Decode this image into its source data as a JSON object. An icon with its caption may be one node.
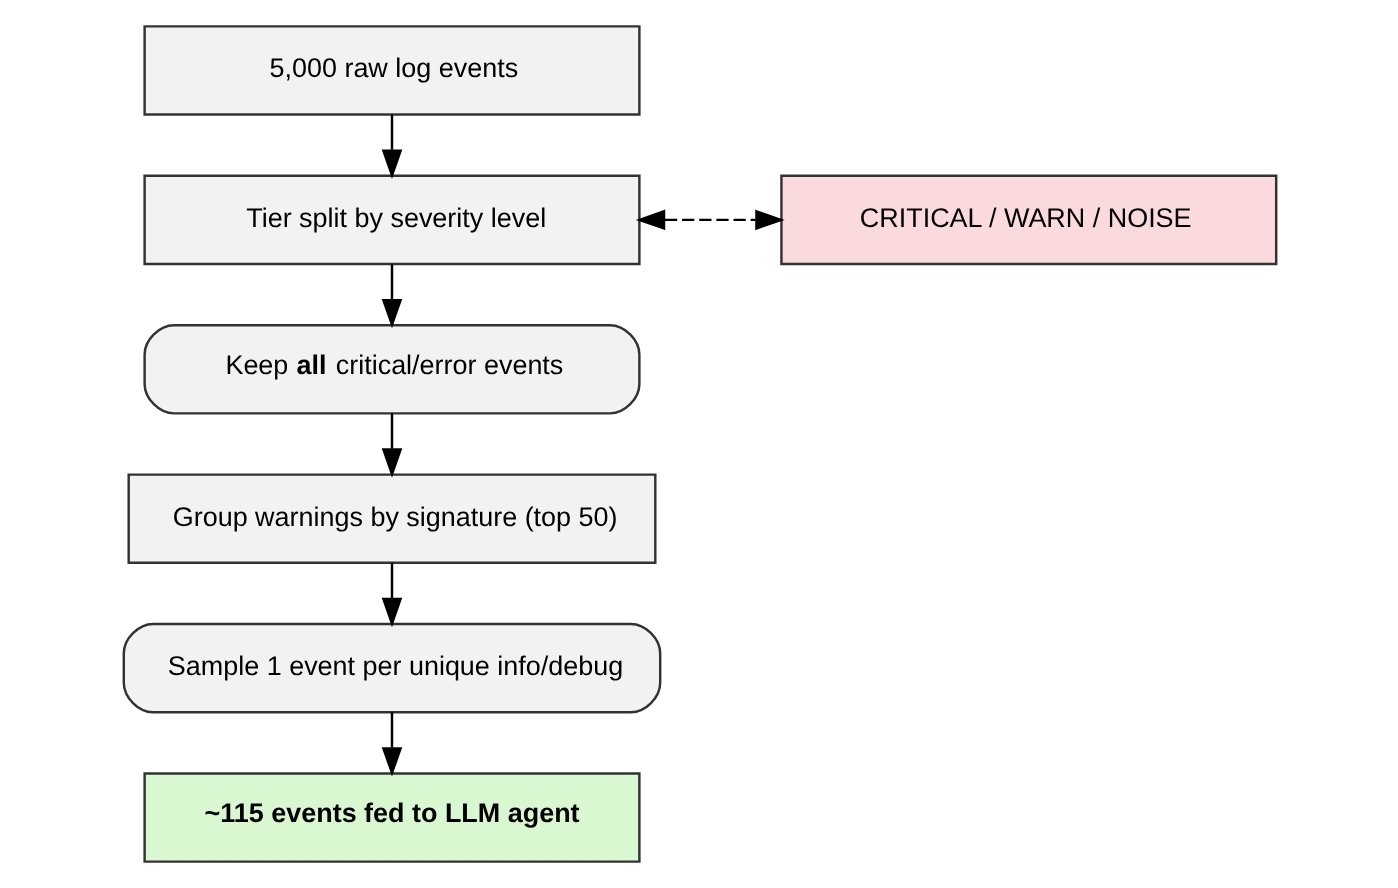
{
  "diagram": {
    "nodes": [
      {
        "text": [
          "5,000 raw log events"
        ]
      },
      {
        "text": [
          "Tier split by severity level"
        ]
      },
      {
        "text": [
          "CRITICAL / WARN / NOISE"
        ]
      },
      {
        "text": [
          "Keep **all** critical/error events"
        ]
      },
      {
        "text": [
          "Group warnings by signature (top 50)"
        ]
      },
      {
        "text": [
          "Sample 1 event per unique info/debug"
        ]
      },
      {
        "text": [
          "~115 events fed to LLM agent"
        ]
      }
    ],
    "edges": [
      {
        "from": 0,
        "to": 1,
        "arrow": "to"
      },
      {
        "from": 1,
        "to": 2,
        "arrow": "both",
        "style": "dashed"
      },
      {
        "from": 1,
        "to": 3,
        "arrow": "to"
      },
      {
        "from": 3,
        "to": 4,
        "arrow": "to"
      },
      {
        "from": 4,
        "to": 5,
        "arrow": "to"
      },
      {
        "from": 5,
        "to": 6,
        "arrow": "to"
      }
    ]
  }
}
